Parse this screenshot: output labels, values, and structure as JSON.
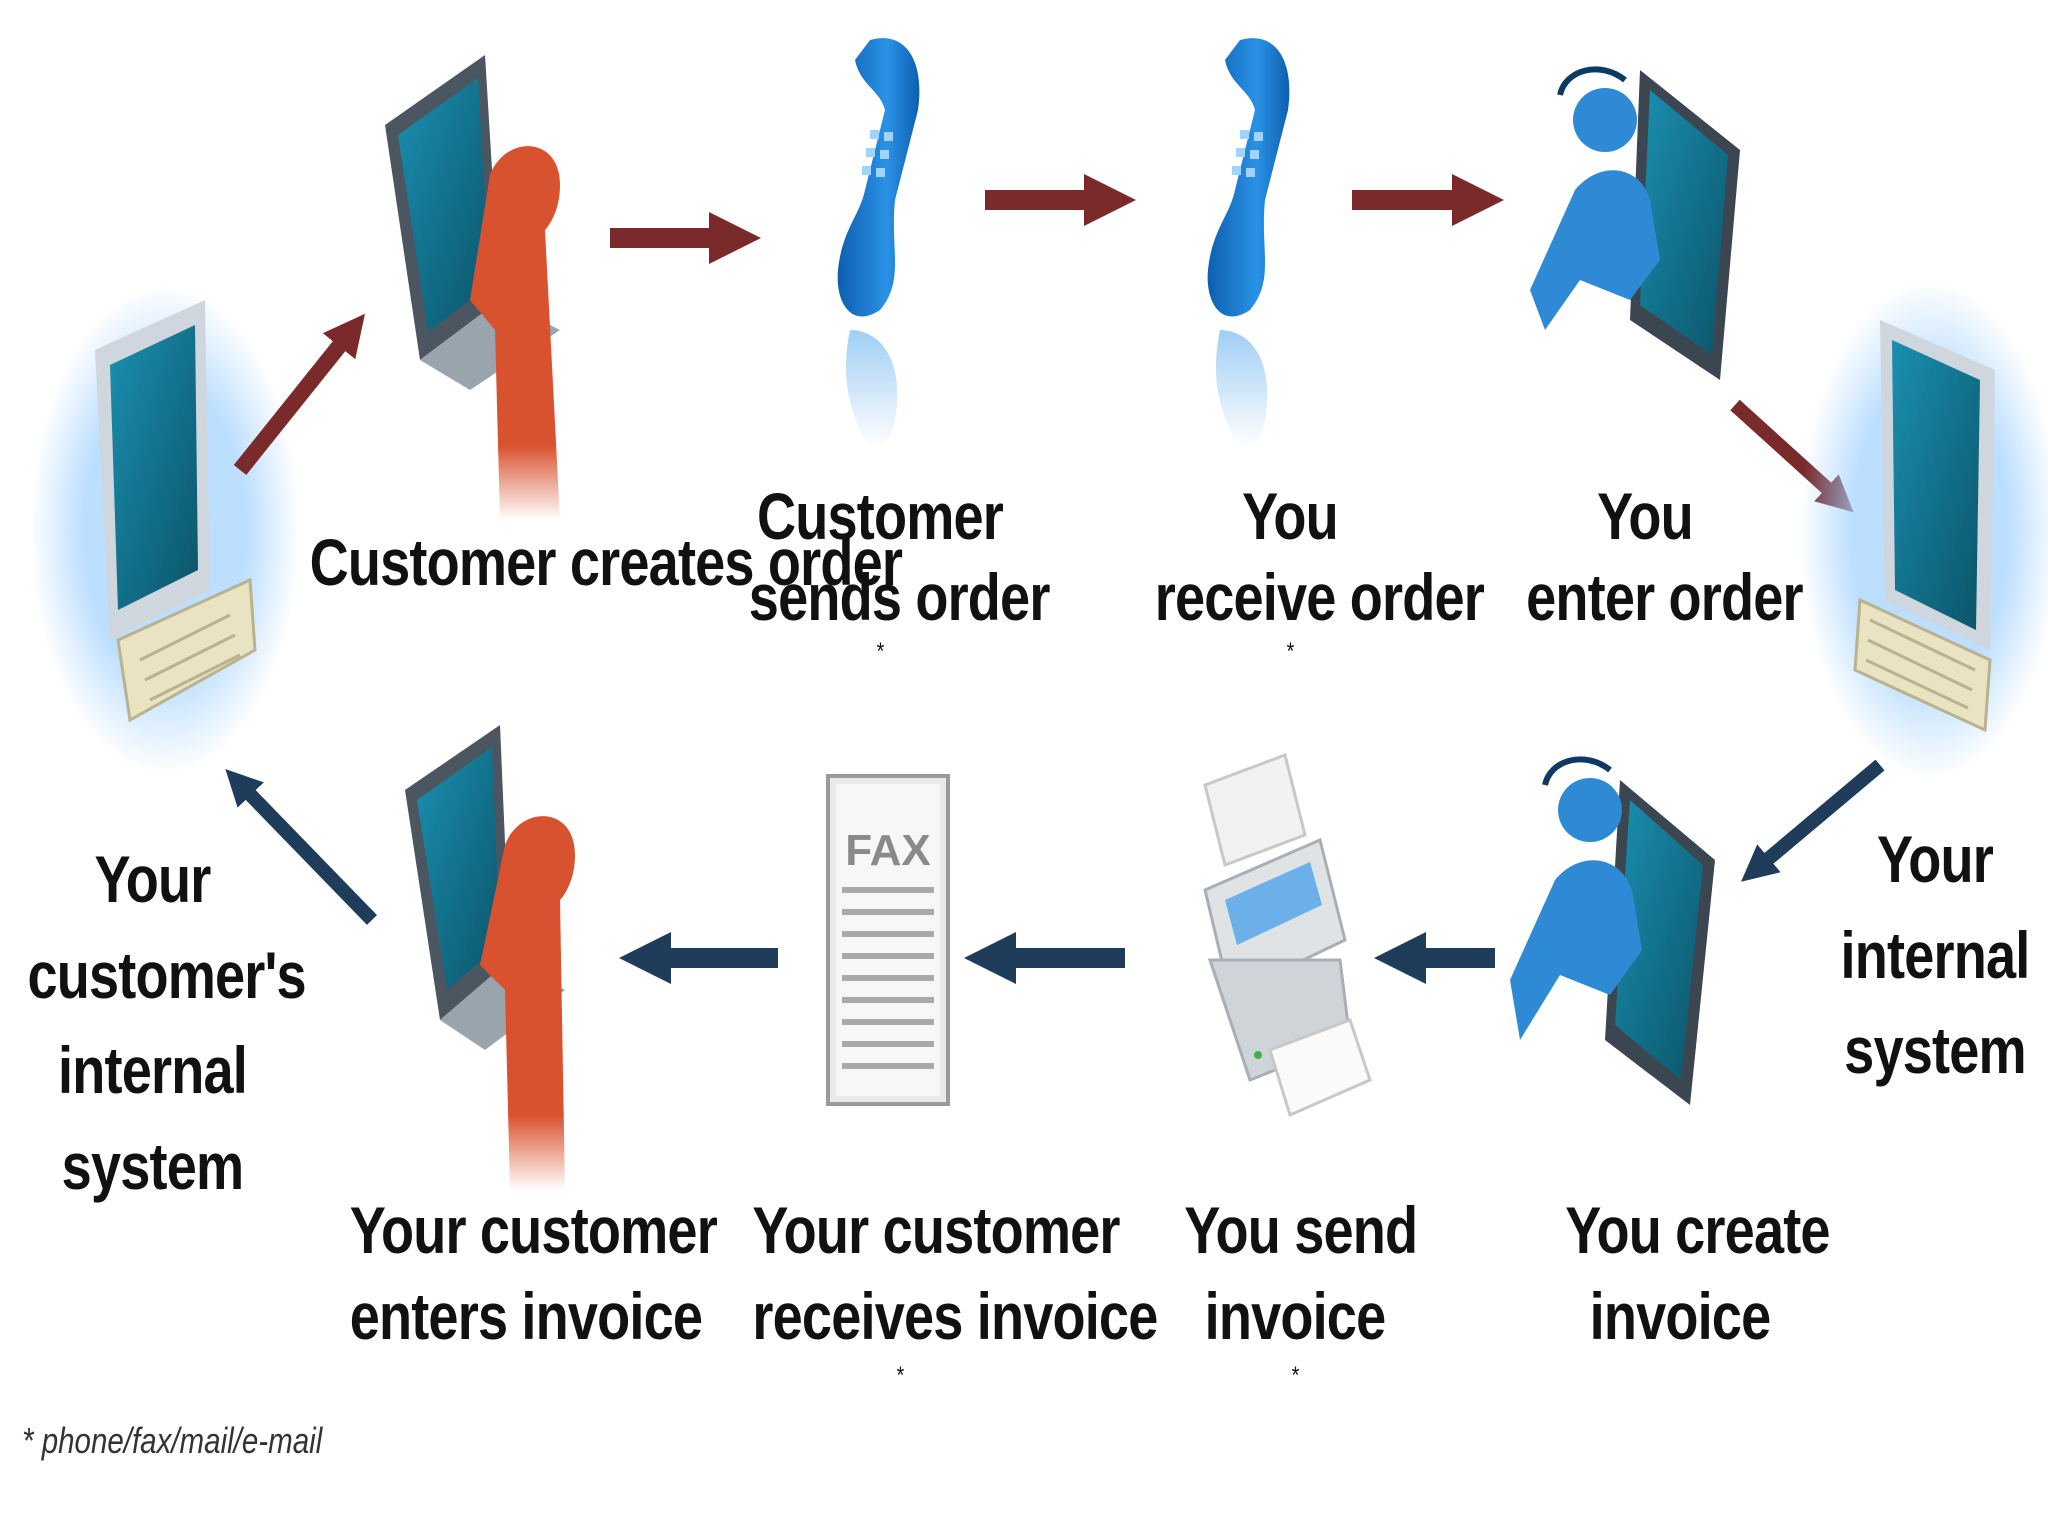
{
  "colors": {
    "order_arrow": "#7a2a2a",
    "invoice_arrow": "#1f3d5a",
    "customer_figure": "#d9522f",
    "phone_blue": "#1e7fd6",
    "operator_blue": "#2f8ad6",
    "screen_teal": "#0f6f86"
  },
  "icons": [
    "customer-computer-icon",
    "customer-laptop-icon",
    "phone-icon",
    "operator-laptop-icon",
    "internal-computer-icon",
    "printer-icon",
    "fax-document-icon"
  ],
  "top_row": [
    {
      "line1": "Customer creates order",
      "line2": ""
    },
    {
      "line1": "Customer",
      "line2": "sends order",
      "mark": "*"
    },
    {
      "line1": "You",
      "line2": "receive order",
      "mark": "*"
    },
    {
      "line1": "You",
      "line2": "enter order"
    }
  ],
  "left_system": {
    "lines": [
      "Your",
      "customer's",
      "internal",
      "system"
    ]
  },
  "right_system": {
    "lines": [
      "Your",
      "internal",
      "system"
    ]
  },
  "bottom_row": [
    {
      "line1": "Your customer",
      "line2": "enters invoice"
    },
    {
      "line1": "Your customer",
      "line2": "receives invoice",
      "mark": "*"
    },
    {
      "line1": "You send",
      "line2": "invoice",
      "mark": "*"
    },
    {
      "line1": "You create",
      "line2": "invoice"
    }
  ],
  "fax_label": "FAX",
  "footnote": "* phone/fax/mail/e-mail"
}
